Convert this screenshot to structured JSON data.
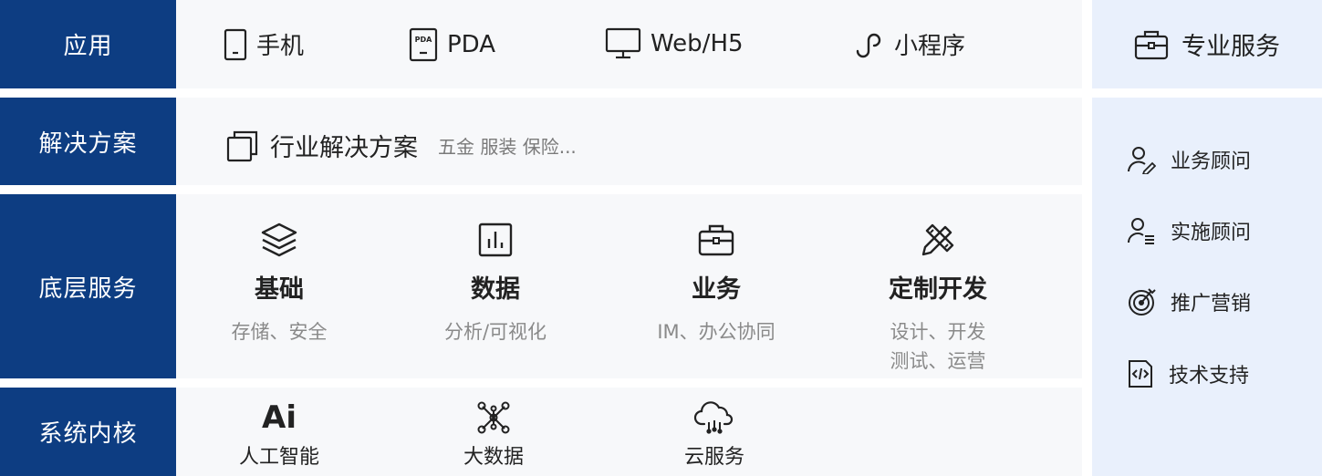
{
  "rows": [
    {
      "label": "应用"
    },
    {
      "label": "解决方案"
    },
    {
      "label": "底层服务"
    },
    {
      "label": "系统内核"
    }
  ],
  "apps": [
    {
      "label": "手机",
      "icon": "mobile-phone-icon"
    },
    {
      "label": "PDA",
      "icon": "pda-device-icon",
      "icon_text": "PDA"
    },
    {
      "label": "Web/H5",
      "icon": "monitor-icon"
    },
    {
      "label": "小程序",
      "icon": "mini-program-icon"
    }
  ],
  "solution": {
    "title": "行业解决方案",
    "subtitle": "五金 服装 保险...",
    "icon": "copy-stack-icon"
  },
  "services": [
    {
      "title": "基础",
      "desc": [
        "存储、安全"
      ],
      "icon": "layers-icon"
    },
    {
      "title": "数据",
      "desc": [
        "分析/可视化"
      ],
      "icon": "bar-chart-icon"
    },
    {
      "title": "业务",
      "desc": [
        "IM、办公协同"
      ],
      "icon": "briefcase-icon"
    },
    {
      "title": "定制开发",
      "desc": [
        "设计、开发",
        "测试、运营"
      ],
      "icon": "pencil-ruler-icon"
    }
  ],
  "core": [
    {
      "title": "人工智能",
      "icon": "ai-icon",
      "icon_text": "Ai"
    },
    {
      "title": "大数据",
      "icon": "network-nodes-icon"
    },
    {
      "title": "云服务",
      "icon": "cloud-icon"
    }
  ],
  "pro_services": {
    "title": "专业服务",
    "icon": "toolbox-icon",
    "items": [
      {
        "label": "业务顾问",
        "icon": "user-edit-icon"
      },
      {
        "label": "实施顾问",
        "icon": "user-list-icon"
      },
      {
        "label": "推广营销",
        "icon": "target-icon"
      },
      {
        "label": "技术支持",
        "icon": "code-doc-icon"
      }
    ]
  },
  "colors": {
    "label_bg": "#0d3d82",
    "panel_bg": "#f7f8fa",
    "side_bg": "#e9f0fc",
    "icon_stroke": "#222222",
    "muted_text": "#8a8a8a"
  }
}
